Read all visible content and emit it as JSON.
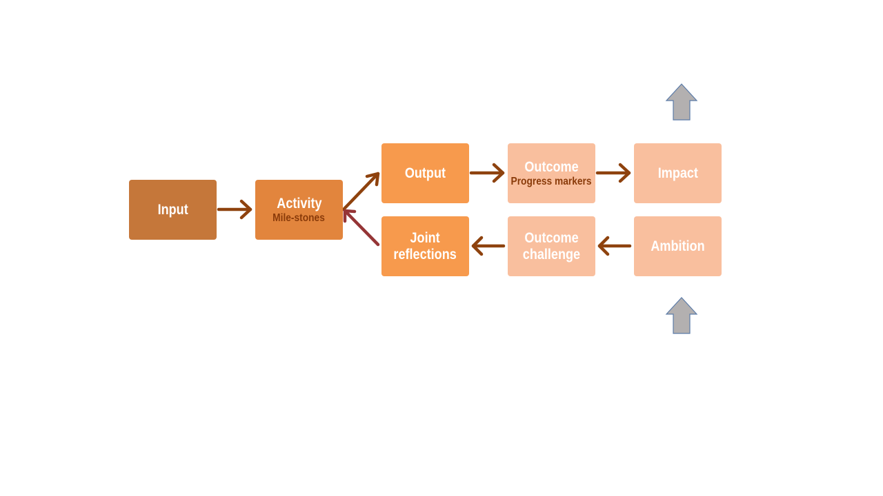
{
  "diagram": {
    "nodes": {
      "input": {
        "label": "Input",
        "sub": ""
      },
      "activity": {
        "label": "Activity",
        "sub": "Mile-stones"
      },
      "output": {
        "label": "Output",
        "sub": ""
      },
      "outcome": {
        "label": "Outcome",
        "sub": "Progress markers"
      },
      "impact": {
        "label": "Impact",
        "sub": ""
      },
      "joint_reflections": {
        "label_line1": "Joint",
        "label_line2": "reflections"
      },
      "outcome_challenge": {
        "label_line1": "Outcome",
        "label_line2": "challenge"
      },
      "ambition": {
        "label": "Ambition",
        "sub": ""
      }
    },
    "edges": [
      {
        "from": "Input",
        "to": "Activity"
      },
      {
        "from": "Activity",
        "to": "Output"
      },
      {
        "from": "Output",
        "to": "Outcome"
      },
      {
        "from": "Outcome",
        "to": "Impact"
      },
      {
        "from": "Ambition",
        "to": "Outcome challenge"
      },
      {
        "from": "Outcome challenge",
        "to": "Joint reflections"
      },
      {
        "from": "Joint reflections",
        "to": "Activity"
      }
    ],
    "colors": {
      "input": "#C5773A",
      "activity": "#E2853D",
      "output_row": "#F79A4D",
      "light": "#F9BF9E",
      "sub_text_dark": "#8A3B0A",
      "connector": "#8E420E",
      "feedback_connector": "#953536",
      "block_arrow_fill": "#B3B0B0",
      "block_arrow_stroke": "#5B7BA8"
    },
    "icons": [
      "up-block-arrow-icon",
      "up-block-arrow-icon"
    ]
  }
}
